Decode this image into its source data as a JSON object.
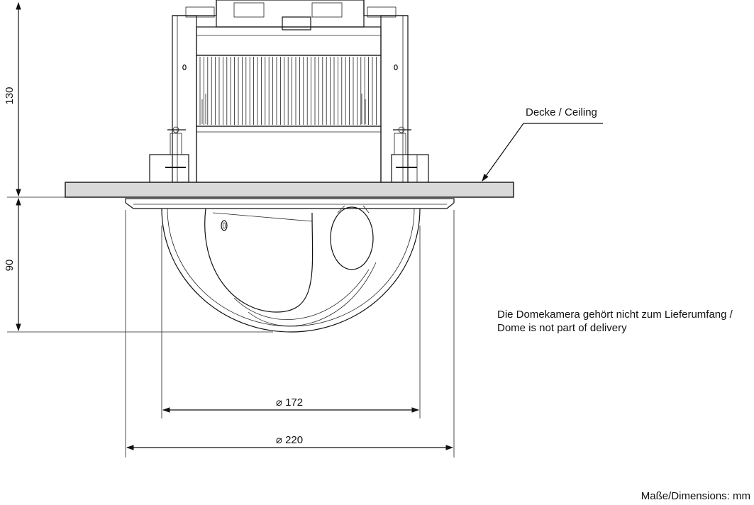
{
  "dimensions": {
    "height_upper": "130",
    "height_lower": "90",
    "diameter_inner": "⌀ 172",
    "diameter_outer": "⌀ 220"
  },
  "labels": {
    "ceiling": "Decke / Ceiling",
    "note_line1": "Die Domekamera gehört nicht zum Lieferumfang /",
    "note_line2": "Dome is not part of delivery",
    "units": "Maße/Dimensions: mm"
  },
  "colors": {
    "line": "#111111",
    "ceiling_fill": "#d9d9d9"
  }
}
